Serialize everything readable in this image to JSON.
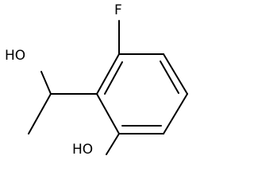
{
  "structure": {
    "atom_labels": {
      "fluorine": "F",
      "side_chain_hydroxyl": "HO",
      "ring_hydroxyl": "HO"
    },
    "colors": {
      "bond": "#000000",
      "label": "#000000",
      "background": "#ffffff"
    }
  }
}
